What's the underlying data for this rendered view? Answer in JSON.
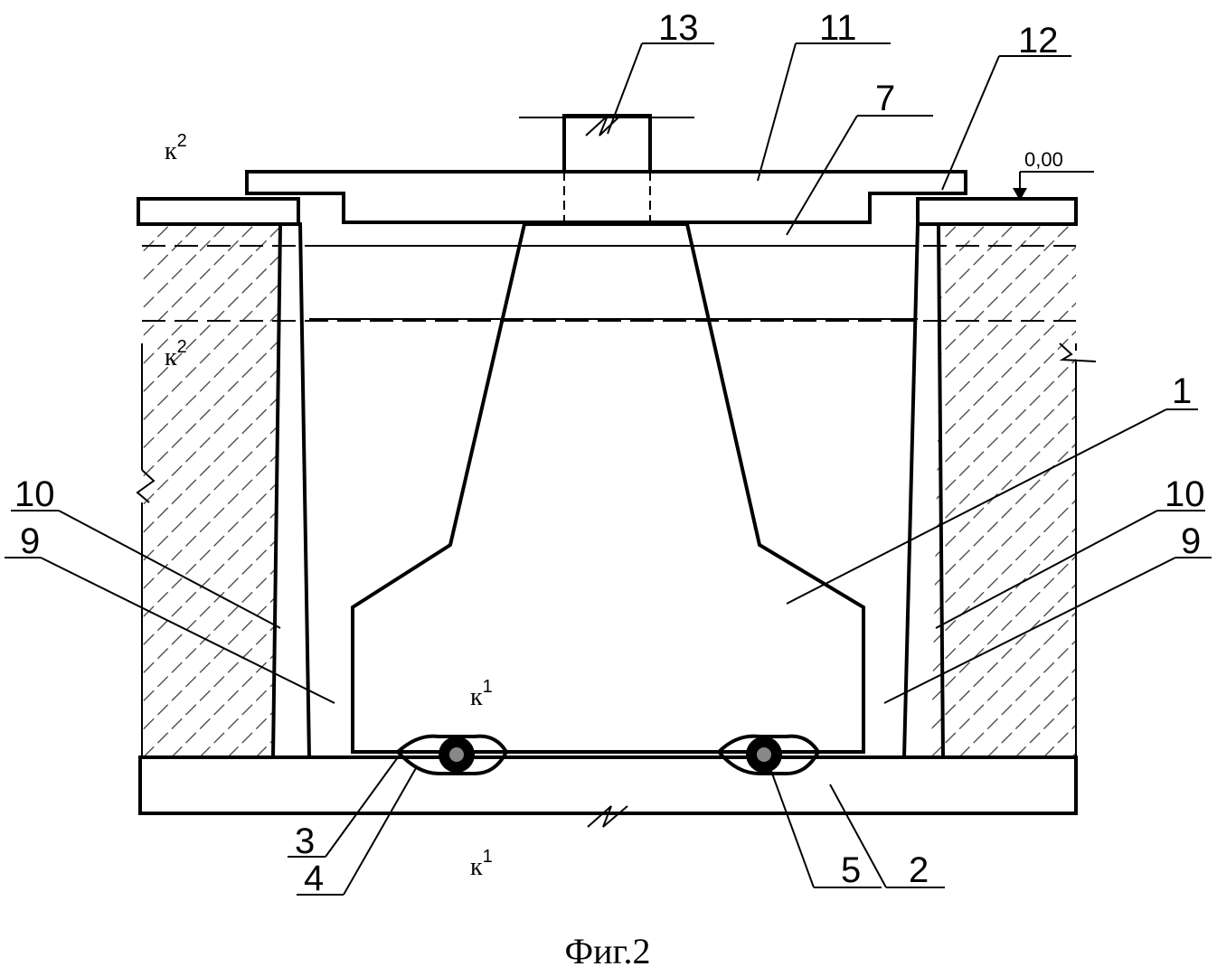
{
  "figure": {
    "caption": "Фиг.2",
    "level_mark": "0,00",
    "soil_marks": [
      {
        "id": "k2_top",
        "base": "к",
        "sup": "2"
      },
      {
        "id": "k2_mid",
        "base": "к",
        "sup": "2"
      },
      {
        "id": "k1_inner",
        "base": "к",
        "sup": "1"
      },
      {
        "id": "k1_bottom",
        "base": "к",
        "sup": "1"
      }
    ],
    "callouts": [
      {
        "id": "c13",
        "label": "13"
      },
      {
        "id": "c11",
        "label": "11"
      },
      {
        "id": "c12",
        "label": "12"
      },
      {
        "id": "c7",
        "label": "7"
      },
      {
        "id": "c1",
        "label": "1"
      },
      {
        "id": "c10_left",
        "label": "10"
      },
      {
        "id": "c9_left",
        "label": "9"
      },
      {
        "id": "c10_right",
        "label": "10"
      },
      {
        "id": "c9_right",
        "label": "9"
      },
      {
        "id": "c3",
        "label": "3"
      },
      {
        "id": "c4",
        "label": "4"
      },
      {
        "id": "c5",
        "label": "5"
      },
      {
        "id": "c2",
        "label": "2"
      }
    ]
  }
}
